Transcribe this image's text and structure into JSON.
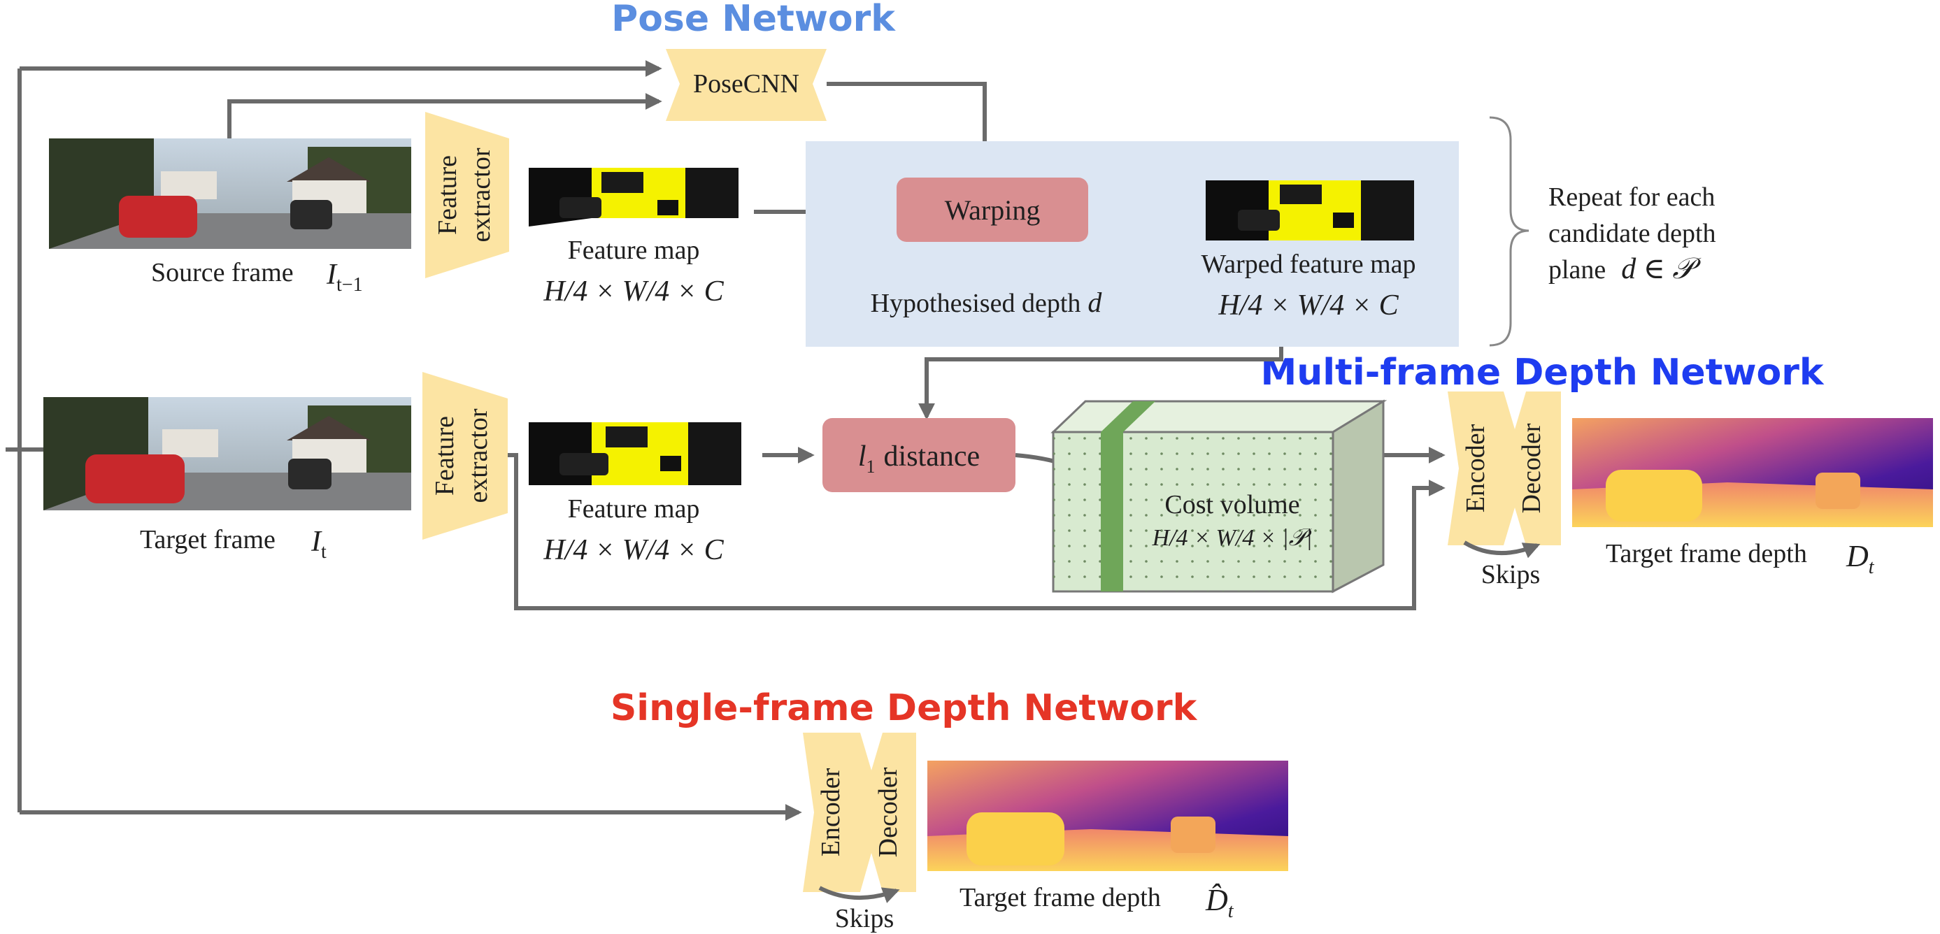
{
  "headings": {
    "pose_network": "Pose Network",
    "multi_frame_network": "Multi-frame Depth Network",
    "single_frame_network": "Single-frame Depth Network"
  },
  "pose": {
    "posecnn": "PoseCNN"
  },
  "source": {
    "label": "Source frame",
    "symbol": "I",
    "subscript": "t−1",
    "extractor_line1": "Feature",
    "extractor_line2": "extractor",
    "feature_map_label": "Feature map",
    "feature_map_dims": "H/4 × W/4 × C"
  },
  "target": {
    "label": "Target frame",
    "symbol": "I",
    "subscript": "t",
    "extractor_line1": "Feature",
    "extractor_line2": "extractor",
    "feature_map_label": "Feature map",
    "feature_map_dims": "H/4 × W/4 × C"
  },
  "warping": {
    "box_label": "Warping",
    "hypothesised": "Hypothesised depth",
    "hypothesised_var": "d",
    "warped_label": "Warped feature map",
    "warped_dims": "H/4 × W/4 × C"
  },
  "repeat_note": {
    "line1": "Repeat for each",
    "line2": "candidate depth",
    "line3": "plane",
    "math": "d ∈ 𝒫"
  },
  "distance": {
    "l": "l",
    "sub": "1",
    "text": "distance"
  },
  "cost_volume": {
    "label": "Cost volume",
    "dims": "H/4 × W/4 × |𝒫|"
  },
  "multi_depth": {
    "encoder": "Encoder",
    "decoder": "Decoder",
    "skips": "Skips",
    "output_label": "Target frame depth",
    "output_symbol": "D",
    "output_subscript": "t"
  },
  "single_depth": {
    "encoder": "Encoder",
    "decoder": "Decoder",
    "skips": "Skips",
    "output_label": "Target frame depth",
    "output_symbol": "D̂",
    "output_subscript": "t"
  },
  "colors": {
    "pose_heading": "#5b8ee0",
    "multi_heading": "#1e3cf0",
    "single_heading": "#e53526",
    "trapezoid": "#fce4a3",
    "pink_box": "#d98f91",
    "warp_panel": "#dce6f3",
    "cube_front": "#d8ead0",
    "cube_side": "#b9c6ae",
    "cube_stripe": "#6fa659",
    "arrow": "#6a6a6a"
  }
}
